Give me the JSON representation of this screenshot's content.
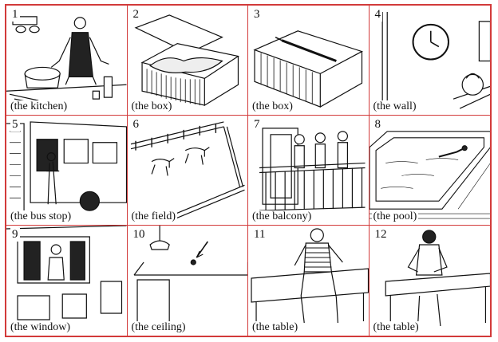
{
  "panels": [
    {
      "number": "1",
      "caption": "(the kitchen)",
      "scene": "kitchen"
    },
    {
      "number": "2",
      "caption": "(the box)",
      "scene": "shoebox"
    },
    {
      "number": "3",
      "caption": "(the box)",
      "scene": "pen-on-box"
    },
    {
      "number": "4",
      "caption": "(the wall)",
      "scene": "clock-wall"
    },
    {
      "number": "5",
      "caption": "(the bus stop)",
      "scene": "bus-stop"
    },
    {
      "number": "6",
      "caption": "(the field)",
      "scene": "horses-field"
    },
    {
      "number": "7",
      "caption": "(the balcony)",
      "scene": "balcony"
    },
    {
      "number": "8",
      "caption": "(the pool)",
      "scene": "pool"
    },
    {
      "number": "9",
      "caption": "(the window)",
      "scene": "window"
    },
    {
      "number": "10",
      "caption": "(the ceiling)",
      "scene": "ceiling"
    },
    {
      "number": "11",
      "caption": "(the table)",
      "scene": "man-on-table"
    },
    {
      "number": "12",
      "caption": "(the table)",
      "scene": "woman-at-table"
    }
  ],
  "colors": {
    "border": "#d23a3a",
    "ink": "#111111"
  }
}
